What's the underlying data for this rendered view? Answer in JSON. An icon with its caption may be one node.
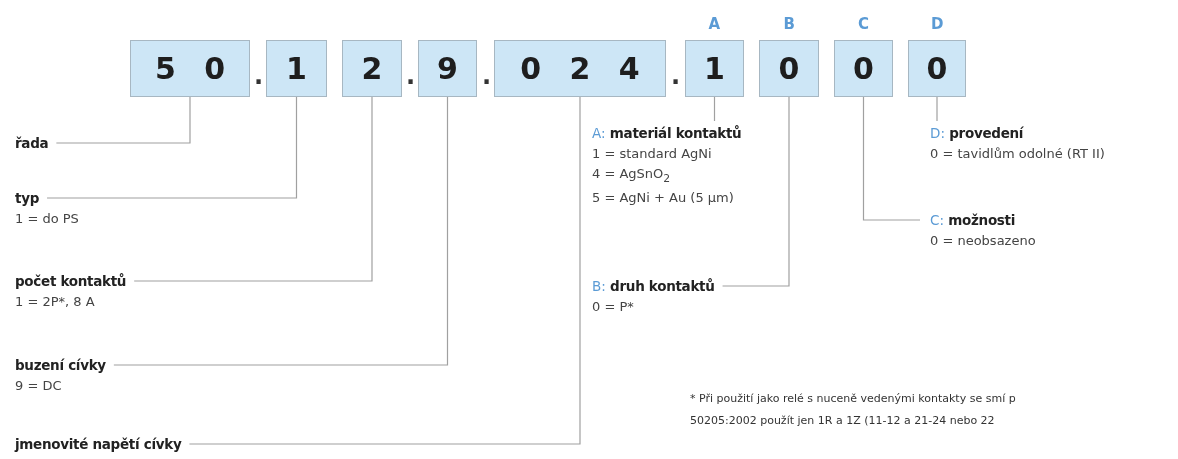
{
  "diagram": {
    "nodes": [
      {
        "text": [
          "5 0"
        ]
      },
      {
        "text": [
          "1"
        ]
      },
      {
        "text": [
          "2"
        ]
      },
      {
        "text": [
          "9"
        ]
      },
      {
        "text": [
          "0 2 4"
        ]
      },
      {
        "text": [
          "1"
        ],
        "beside": [
          "A"
        ]
      },
      {
        "text": [
          "0"
        ],
        "beside": [
          "B"
        ]
      },
      {
        "text": [
          "0"
        ],
        "beside": [
          "C"
        ]
      },
      {
        "text": [
          "0"
        ],
        "beside": [
          "D"
        ]
      },
      {
        "text": [
          "řada"
        ]
      },
      {
        "text": [
          "typ",
          "1 = do PS"
        ]
      },
      {
        "text": [
          "počet kontaktů",
          "1 = 2P*, 8 A"
        ]
      },
      {
        "text": [
          "buzení cívky",
          "9 = DC"
        ]
      },
      {
        "text": [
          "jmenovité napětí cívky"
        ]
      },
      {
        "text": [
          "A: **materiál kontaktů**",
          "1 = standard AgNi",
          "4 = AgSnO$_{2}$",
          "5 = AgNi + Au (5 µm)"
        ]
      },
      {
        "text": [
          "B: **druh kontaktů**",
          "0 = P*"
        ]
      },
      {
        "text": [
          "C: **možnosti**",
          "0 = neobsazeno"
        ]
      },
      {
        "text": [
          "D: **provedení**",
          "0 = tavidlům odolné (RT II)"
        ]
      }
    ],
    "edges": [
      {
        "from": 9,
        "to": 0,
        "arrow": "none"
      },
      {
        "from": 10,
        "to": 1,
        "arrow": "none"
      },
      {
        "from": 11,
        "to": 2,
        "arrow": "none"
      },
      {
        "from": 12,
        "to": 3,
        "arrow": "none"
      },
      {
        "from": 13,
        "to": 4,
        "arrow": "none"
      },
      {
        "from": 14,
        "to": 5,
        "arrow": "none"
      },
      {
        "from": 15,
        "to": 6,
        "arrow": "none"
      },
      {
        "from": 16,
        "to": 7,
        "arrow": "none"
      },
      {
        "from": 17,
        "to": 8,
        "arrow": "none"
      }
    ],
    "labels": [
      ".",
      ".",
      ".",
      ".",
      "* Při použití jako relé s nuceně vedenými kontakty se smí p",
      "50205:2002 použít jen 1R a 1Z (11-12 a 21-24 nebo 22"
    ]
  }
}
